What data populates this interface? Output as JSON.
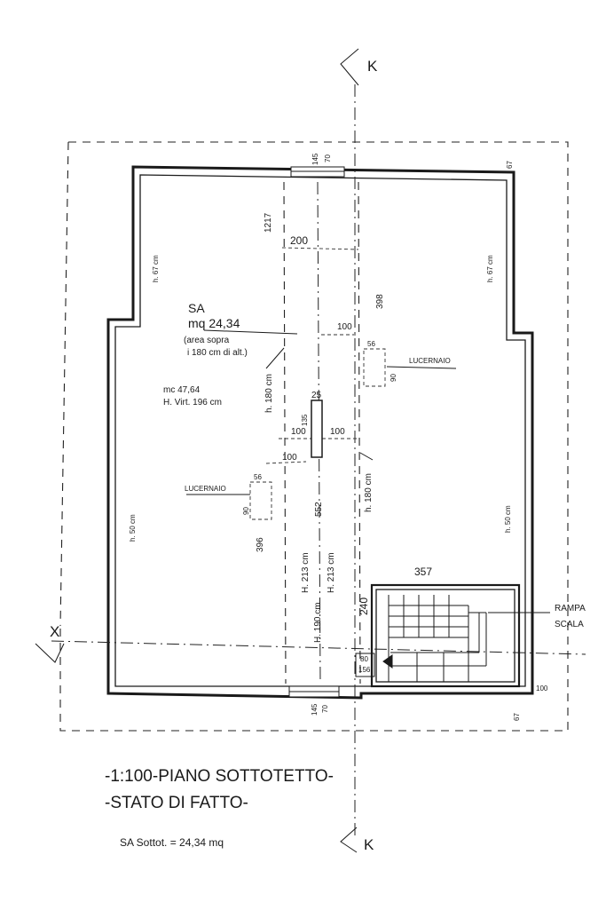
{
  "section_marks": {
    "k_top": "K",
    "k_bottom": "K",
    "x_left": "X"
  },
  "area": {
    "label": "SA",
    "value": "mq 24,34",
    "note_line1": "(area sopra",
    "note_line2": "i  180 cm di alt.)",
    "volume": "mc 47,64",
    "virtual_height": "H. Virt. 196 cm"
  },
  "skylights": {
    "right": "LUCERNAIO",
    "left": "LUCERNAIO"
  },
  "stair": {
    "label_line1": "RAMPA",
    "label_line2": "SCALA"
  },
  "heights": {
    "h67_left": "h. 67 cm",
    "h67_right": "h. 67 cm",
    "h50_left": "h. 50 cm",
    "h50_right": "h. 50 cm",
    "h180_left": "h. 180 cm",
    "h180_right": "h. 180 cm",
    "h213_a": "H. 213 cm",
    "h213_b": "H. 213 cm",
    "h190": "H. 190 cm"
  },
  "dimensions": {
    "d145_top": "145",
    "d70_top": "70",
    "d67_top": "67",
    "d1217": "1217",
    "d200": "200",
    "d398": "398",
    "d100_a": "100",
    "d56_a": "56",
    "d90_a": "90",
    "d25": "25",
    "d135": "135",
    "d100_b": "100",
    "d100_c": "100",
    "d100_d": "100",
    "d56_b": "56",
    "d90_b": "90",
    "d552": "552",
    "d396": "396",
    "d357": "357",
    "d240": "240",
    "d80": "80",
    "d156": "156",
    "d100_e": "100",
    "d67_bottom": "67",
    "d145_bottom": "145",
    "d70_bottom": "70"
  },
  "title": {
    "line1": "-1:100-PIANO SOTTOTETTO-",
    "line2": "-STATO DI FATTO-",
    "summary": "SA  Sottot. = 24,34 mq"
  }
}
